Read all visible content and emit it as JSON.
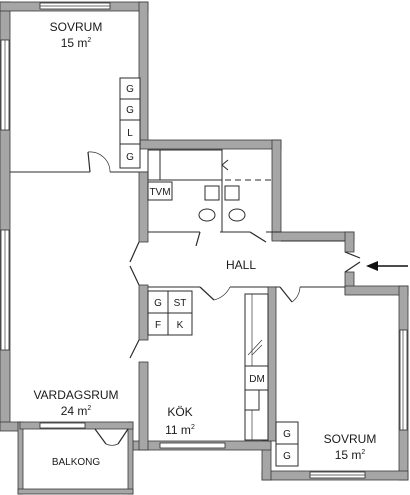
{
  "rooms": {
    "bedroom_top": {
      "name": "SOVRUM",
      "area": "15 m",
      "area_exp": "2"
    },
    "living": {
      "name": "VARDAGSRUM",
      "area": "24 m",
      "area_exp": "2"
    },
    "balcony": {
      "name": "BALKONG"
    },
    "hall": {
      "name": "HALL"
    },
    "kitchen": {
      "name": "KÖK",
      "area": "11 m",
      "area_exp": "2"
    },
    "bedroom_bottom": {
      "name": "SOVRUM",
      "area": "15 m",
      "area_exp": "2"
    }
  },
  "fixtures": {
    "closet_column_top": [
      "G",
      "G",
      "L",
      "G"
    ],
    "laundry": "TVM",
    "kitchen_grid": [
      "G",
      "ST",
      "F",
      "K"
    ],
    "dishwasher": "DM",
    "closet_column_bottom": [
      "G",
      "G"
    ]
  },
  "entrance_arrow": "entrance-arrow-icon"
}
